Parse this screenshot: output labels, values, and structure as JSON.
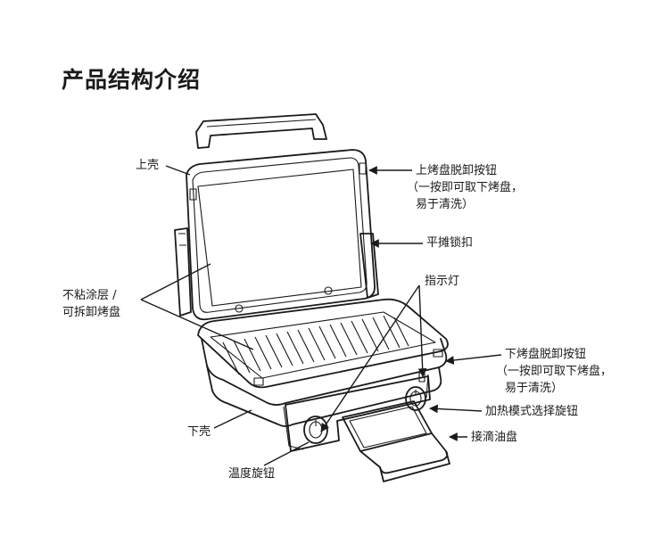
{
  "title": "产品结构介绍",
  "labels": {
    "upper_shell": "上壳",
    "upper_plate_release_button": [
      "上烤盘脱卸按钮",
      "（一按即可取下烤盘，",
      "易于清洗）"
    ],
    "flat_lock": "平摊锁扣",
    "indicator_light": "指示灯",
    "nonstick_plates": [
      "不粘涂层 /",
      "可拆卸烤盘"
    ],
    "lower_plate_release_button": [
      "下烤盘脱卸按钮",
      "（一按即可取下烤盘，",
      "易于清洗）"
    ],
    "heating_mode_knob": "加热模式选择旋钮",
    "drip_tray": "接滴油盘",
    "lower_shell": "下壳",
    "temperature_knob": "温度旋钮"
  },
  "icons": {
    "arrow": "arrow-head-icon"
  }
}
